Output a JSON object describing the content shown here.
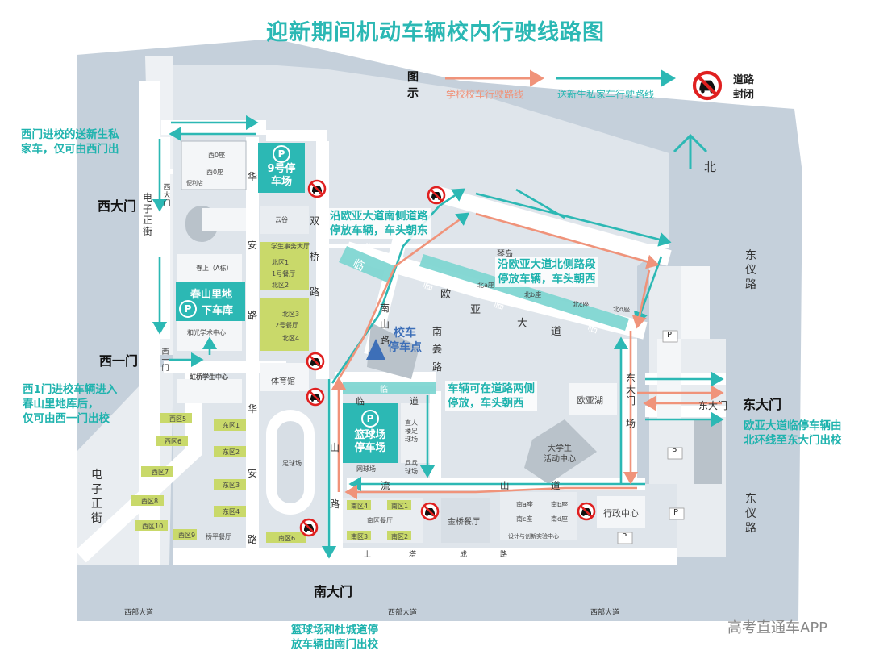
{
  "title": "迎新期间机动车辆校内行驶线路图",
  "legend": {
    "label_line1": "图",
    "label_line2": "示",
    "school_bus": "学校校车行驶路线",
    "private_car": "送新生私家车行驶路线",
    "closed_line1": "道路",
    "closed_line2": "封闭",
    "school_bus_color": "#f0937a",
    "private_car_color": "#2cb8b4"
  },
  "north": "北",
  "gates": {
    "west": "西大门",
    "west_one": "西一门",
    "east": "东大门",
    "south": "南大门"
  },
  "notes": {
    "west_gate_line1": "西门进校的送新生私",
    "west_gate_line2": "家车，仅可由西门出",
    "west1_line1": "西1门进校车辆进入",
    "west1_line2": "春山里地库后，",
    "west1_line3": "仅可由西一门出校",
    "south_line1": "篮球场和杜城道停",
    "south_line2": "放车辆由南门出校",
    "east_line1": "欧亚大道临停车辆由",
    "east_line2": "北环线至东大门出校",
    "ouya_south_line1": "沿欧亚大道南侧道路",
    "ouya_south_line2": "停放车辆，车头朝东",
    "ouya_north_line1": "沿欧亚大道北侧路段",
    "ouya_north_line2": "停放车辆，车头朝西",
    "both_sides_line1": "车辆可在道路两侧",
    "both_sides_line2": "停放，车头朝西"
  },
  "parking": {
    "p": "P",
    "lot9_line1": "9号停",
    "lot9_line2": "车场",
    "chunshan_line1": "春山里地",
    "chunshan_line2": "下车库",
    "basketball_line1": "篮球场",
    "basketball_line2": "停车场"
  },
  "bus_stop_line1": "校车",
  "bus_stop_line2": "停车点",
  "roads": {
    "dianzi_west": [
      "电",
      "子",
      "正",
      "街"
    ],
    "dianzi_sw": [
      "电",
      "子",
      "正",
      "街"
    ],
    "hua_an_upper": [
      "华",
      "安"
    ],
    "hua_an_lower": [
      "华",
      "安"
    ],
    "lu_hua_upper": "路",
    "lu_hua_lower": "路",
    "shuangqiao": [
      "双",
      "桥",
      "路"
    ],
    "ouya": [
      "欧",
      "亚",
      "大",
      "道"
    ],
    "nanshan": [
      "南",
      "山",
      "路"
    ],
    "nanjiang": [
      "南",
      "姜",
      "路"
    ],
    "dongyi_upper": [
      "东",
      "仪",
      "路"
    ],
    "dongyi_lower": [
      "东",
      "仪",
      "路"
    ],
    "dongmen_road": [
      "东",
      "大",
      "门",
      "场"
    ],
    "dongmen_small": "东大门",
    "lin_block": "临",
    "lin_dao": [
      "临",
      "道"
    ],
    "shanlu_s": [
      "山",
      "路"
    ],
    "south_road": [
      "流",
      "山",
      "道"
    ],
    "shangcheng": [
      "上",
      "塔",
      "成",
      "路"
    ],
    "xibu": "西部大道",
    "xi_men": [
      "西",
      "一",
      "门"
    ],
    "xi_damen_small": [
      "西",
      "大",
      "门"
    ]
  },
  "buildings": {
    "xiyuan": "西0座",
    "xi2": "西0座",
    "xi_shop": "便利店",
    "yungu": "云谷",
    "student_hall": "学生事务大厅",
    "chunshang": "春上（A栋）",
    "beiqu1": "北区1",
    "canting1": "1号餐厅",
    "beiqu2": "北区2",
    "beiqu3": "北区3",
    "canting2": "2号餐厅",
    "beiqu4": "北区4",
    "heguang": "和光学术中心",
    "hongqiao": "虹桥学生中心",
    "tiyuguan": "体育馆",
    "xiqu5": "西区5",
    "xiqu6": "西区6",
    "xiqu7": "西区7",
    "xiqu8": "西区8",
    "xiqu10": "西区10",
    "xiqu9": "西区9",
    "dongqu1": "东区1",
    "dongqu2": "东区2",
    "dongqu3": "东区3",
    "dongqu4": "东区4",
    "zuqiuchang": "足球场",
    "nanqu6": "南区6",
    "qiaoping": "桥平餐厅",
    "wangqiuchang": "网球场",
    "zhiren_line1": "直人",
    "zhiren_line2": "楼足",
    "zhiren_line3": "球场",
    "ppq_line1": "乒乓",
    "ppq_line2": "球场",
    "nanqu4": "南区4",
    "nanqu1": "南区1",
    "nanqu_canting": "南区餐厅",
    "nanqu3": "南区3",
    "nanqu2": "南区2",
    "jinqiao": "金桥餐厅",
    "nan_a": "南a座",
    "nan_b": "南b座",
    "nan_c": "南c座",
    "nan_d": "南d座",
    "design_center": "设计与创新实验中心",
    "xingzheng": "行政中心",
    "ouyahu": "欧亚湖",
    "daxuesheng_line1": "大学生",
    "daxuesheng_line2": "活动中心",
    "qindao": "琴岛",
    "bei_a": "北a座",
    "bei_b": "北b座",
    "bei_c": "北c座",
    "bei_d": "北d座"
  },
  "watermark": "高考直通车APP"
}
